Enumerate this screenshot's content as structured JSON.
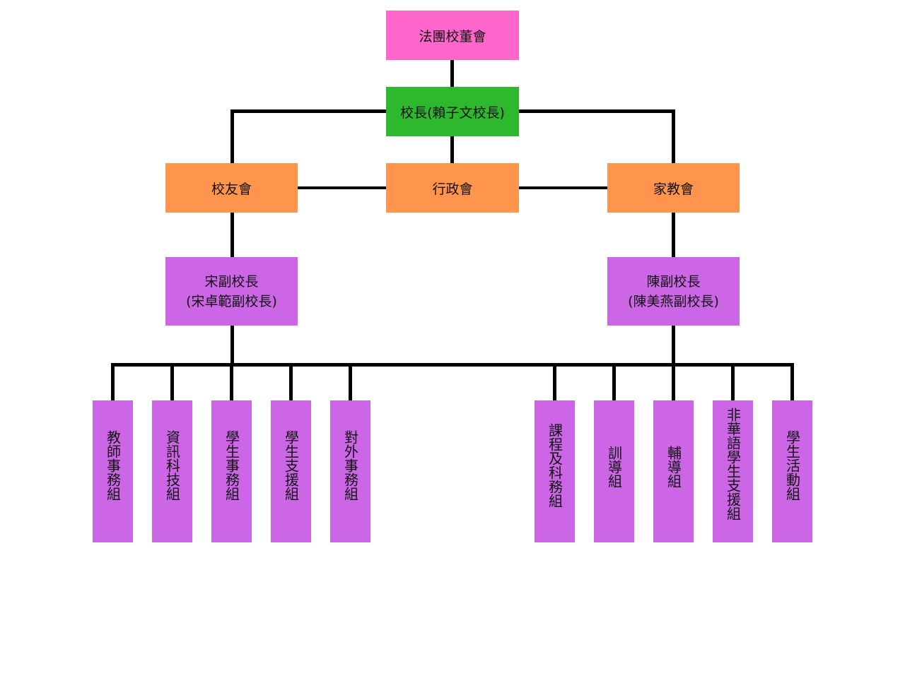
{
  "colors": {
    "board": "#ff66cc",
    "principal": "#2eb82e",
    "council": "#ff944d",
    "vice_and_groups": "#cc66e6",
    "connector": "#000000"
  },
  "org": {
    "board": "法團校董會",
    "principal": "校長(賴子文校長)",
    "alumni": "校友會",
    "admin": "行政會",
    "pta": "家教會",
    "vp_song": {
      "line1": "宋副校長",
      "line2": "(宋卓範副校長)"
    },
    "vp_chen": {
      "line1": "陳副校長",
      "line2": "(陳美燕副校長)"
    },
    "left_groups": [
      "教師事務組",
      "資訊科技組",
      "學生事務組",
      "學生支援組",
      "對外事務組"
    ],
    "right_groups": [
      "課程及科務組",
      "訓導組",
      "輔導組",
      "非華語學生支援組",
      "學生活動組"
    ]
  }
}
